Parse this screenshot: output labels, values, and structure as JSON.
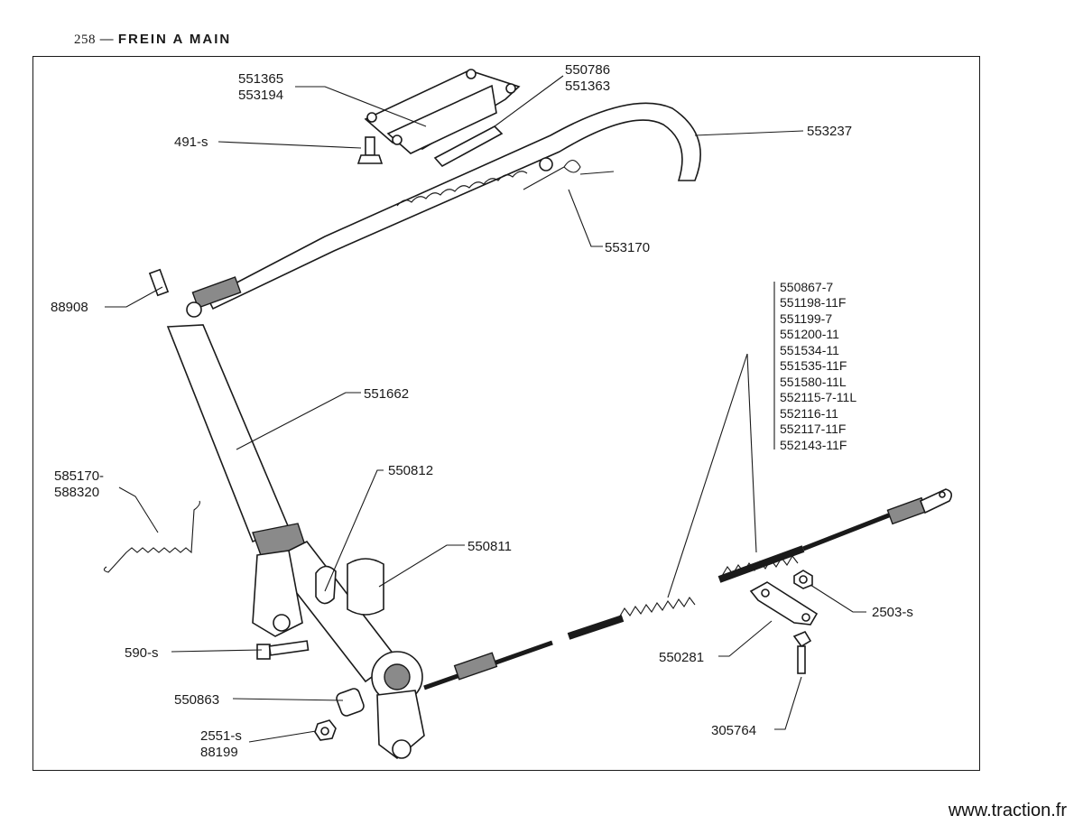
{
  "header": {
    "page_number": "258",
    "separator": "—",
    "title": "FREIN A MAIN"
  },
  "footer": {
    "site": "www.traction.fr"
  },
  "labels": {
    "l551365": "551365",
    "l553194": "553194",
    "l550786": "550786",
    "l551363": "551363",
    "l491s": "491-s",
    "l553237": "553237",
    "l553170": "553170",
    "l88908": "88908",
    "l551662": "551662",
    "l585170": "585170-",
    "l588320": "588320",
    "l550812": "550812",
    "l550811": "550811",
    "l590s": "590-s",
    "l550863": "550863",
    "l2551s": "2551-s",
    "l88199": "88199",
    "l550281": "550281",
    "l2503s": "2503-s",
    "l305764": "305764"
  },
  "cable_refs": [
    "550867-7",
    "551198-11F",
    "551199-7",
    "551200-11",
    "551534-11",
    "551535-11F",
    "551580-11L",
    "552115-7-11L",
    "552116-11",
    "552117-11F",
    "552143-11F"
  ]
}
